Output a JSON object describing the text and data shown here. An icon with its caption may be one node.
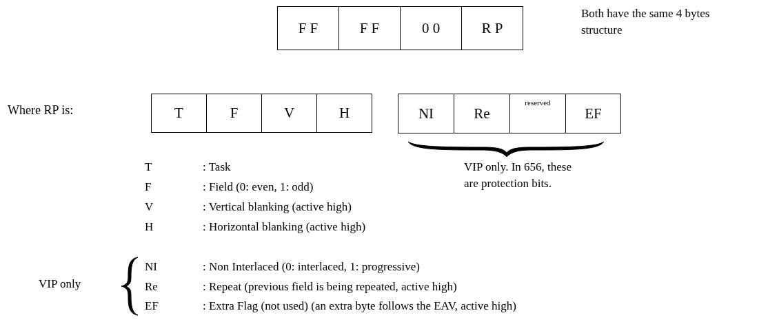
{
  "diagram": {
    "nodes": [
      {
        "text": [
          "F F"
        ]
      },
      {
        "text": [
          "F F"
        ]
      },
      {
        "text": [
          "0 0"
        ]
      },
      {
        "text": [
          "R P"
        ]
      },
      {
        "text": [
          "T"
        ]
      },
      {
        "text": [
          "F"
        ]
      },
      {
        "text": [
          "V"
        ]
      },
      {
        "text": [
          "H"
        ]
      },
      {
        "text": [
          "NI"
        ]
      },
      {
        "text": [
          "Re"
        ]
      },
      {
        "text": [
          "reserved"
        ]
      },
      {
        "text": [
          "EF"
        ]
      },
      {
        "text": [],
        "shape": "brace"
      },
      {
        "text": [],
        "shape": "brace"
      }
    ],
    "edges": [],
    "labels": [
      "Both have the same 4 bytes structure",
      "Where RP is:",
      "VIP only. In 656, these are protection bits.",
      "T",
      ": Task",
      "F",
      ": Field (0: even, 1: odd)",
      "V",
      ": Vertical blanking (active high)",
      "H",
      ": Horizontal blanking (active high)",
      "VIP only",
      "NI",
      ": Non Interlaced (0: interlaced, 1: progressive)",
      "Re",
      ": Repeat (previous field is being repeated, active high)",
      "EF",
      ": Extra Flag (not used) (an extra byte follows the EAV, active high)"
    ]
  }
}
